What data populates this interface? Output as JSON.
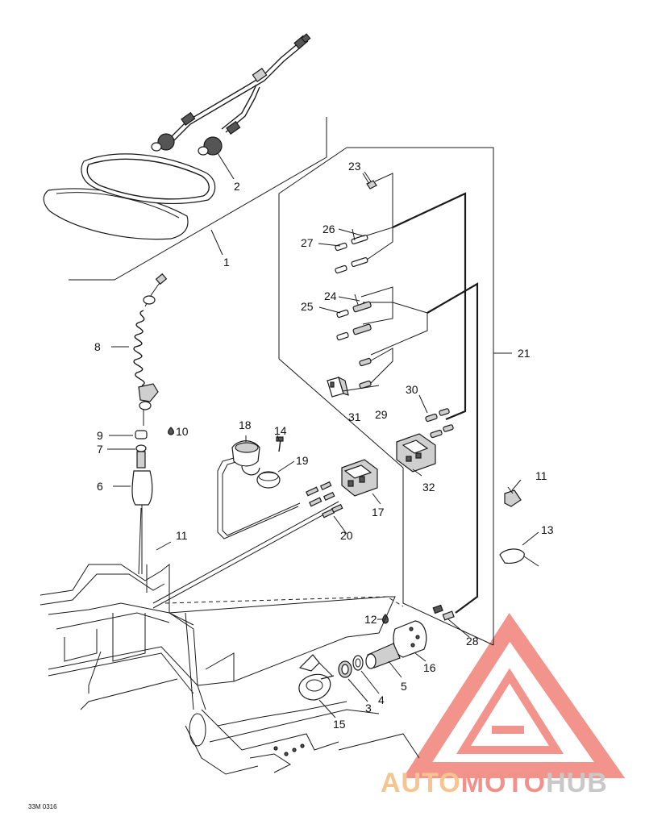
{
  "diagram": {
    "callouts": [
      {
        "id": "c1",
        "text": "1"
      },
      {
        "id": "c2",
        "text": "2"
      },
      {
        "id": "c3",
        "text": "3"
      },
      {
        "id": "c4",
        "text": "4"
      },
      {
        "id": "c5",
        "text": "5"
      },
      {
        "id": "c6",
        "text": "6"
      },
      {
        "id": "c7",
        "text": "7"
      },
      {
        "id": "c8",
        "text": "8"
      },
      {
        "id": "c9",
        "text": "9"
      },
      {
        "id": "c10",
        "text": "10"
      },
      {
        "id": "c11a",
        "text": "11"
      },
      {
        "id": "c11b",
        "text": "11"
      },
      {
        "id": "c12",
        "text": "12"
      },
      {
        "id": "c13",
        "text": "13"
      },
      {
        "id": "c14",
        "text": "14"
      },
      {
        "id": "c15",
        "text": "15"
      },
      {
        "id": "c16",
        "text": "16"
      },
      {
        "id": "c17",
        "text": "17"
      },
      {
        "id": "c18",
        "text": "18"
      },
      {
        "id": "c19",
        "text": "19"
      },
      {
        "id": "c20",
        "text": "20"
      },
      {
        "id": "c21",
        "text": "21"
      },
      {
        "id": "c23",
        "text": "23"
      },
      {
        "id": "c24",
        "text": "24"
      },
      {
        "id": "c25",
        "text": "25"
      },
      {
        "id": "c26",
        "text": "26"
      },
      {
        "id": "c27",
        "text": "27"
      },
      {
        "id": "c28",
        "text": "28"
      },
      {
        "id": "c29",
        "text": "29"
      },
      {
        "id": "c30",
        "text": "30"
      },
      {
        "id": "c31",
        "text": "31"
      },
      {
        "id": "c32",
        "text": "32"
      }
    ],
    "drawing_code": "33M 0316"
  },
  "watermark": {
    "part1": "AUTO",
    "part2": "MOTO",
    "part3": "HUB",
    "color_auto": "#f6c48f",
    "color_moto": "#f2908a",
    "color_hub": "#c8c8c8",
    "logo_color": "#ee6f66"
  }
}
